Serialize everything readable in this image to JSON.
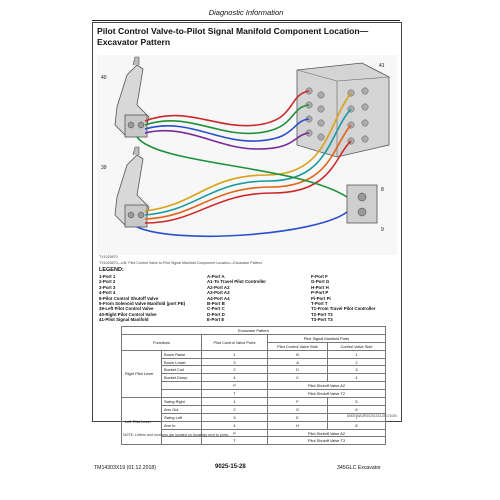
{
  "header": {
    "label": "Diagnostic Information"
  },
  "title": "Pilot Control Valve-to-Pilot Signal Manifold Component Location—Excavator Pattern",
  "figure": {
    "id": "TX1025870",
    "caption": "TX1025870—UN: Pilot Control Valve-to-Pilot Signal Manifold Component Location—Excavator Pattern"
  },
  "legend": {
    "title": "LEGEND:",
    "col1": [
      "1-Port 1",
      "2-Port 2",
      "3-Port 3",
      "4-Port 4",
      "8-Pilot Control Shutoff Valve",
      "9-From Solenoid Valve Manifold (port PE)",
      "39-Left Pilot Control Valve",
      "40-Right Pilot Control Valve",
      "41-Pilot Signal Manifold"
    ],
    "col2": [
      "A-Port A",
      "A1-To Travel Pilot Controller",
      "A2-Port A2",
      "A3-Port A3",
      "A4-Port A4",
      "B-Port B",
      "C-Port C",
      "D-Port D",
      "E-Port E"
    ],
    "col3": [
      "F-Port F",
      "G-Port G",
      "H-Port H",
      "P-Port P",
      "Pi-Port Pi",
      "T-Port T",
      "T1-From Travel Pilot Controller",
      "T2-Port T2",
      "T3-Port T3"
    ]
  },
  "table": {
    "caption": "Excavator Pattern",
    "headers": {
      "functions": "Functions",
      "pcv_ports": "Pilot Control Valve Ports",
      "psm_ports": "Pilot Signal Manifold Ports",
      "pcv_side": "Pilot Control Valve Side",
      "cv_side": "Control Valve Side"
    },
    "groups": [
      {
        "name": "Right Pilot Lever",
        "rows": [
          {
            "function": "Boom Raise",
            "pcv": "1",
            "pcv_side": "B",
            "cv_side": "1"
          },
          {
            "function": "Boom Lower",
            "pcv": "3",
            "pcv_side": "A",
            "cv_side": "2"
          },
          {
            "function": "Bucket Curl",
            "pcv": "2",
            "pcv_side": "D",
            "cv_side": "3"
          },
          {
            "function": "Bucket Dump",
            "pcv": "4",
            "pcv_side": "C",
            "cv_side": "4"
          }
        ],
        "p_row": {
          "pcv": "P",
          "merged": "Pilot Shutoff Valve A2"
        },
        "t_row": {
          "pcv": "T",
          "merged": "Pilot Shutoff Valve T2"
        }
      },
      {
        "name": "Left Pilot Lever",
        "rows": [
          {
            "function": "Swing Right",
            "pcv": "1",
            "pcv_side": "F",
            "cv_side": "5"
          },
          {
            "function": "Arm Out",
            "pcv": "2",
            "pcv_side": "G",
            "cv_side": "6"
          },
          {
            "function": "Swing Left",
            "pcv": "3",
            "pcv_side": "E",
            "cv_side": "7"
          },
          {
            "function": "Arm In",
            "pcv": "4",
            "pcv_side": "H",
            "cv_side": "8"
          }
        ],
        "p_row": {
          "pcv": "P",
          "merged": "Pilot Shutoff Valve A2"
        },
        "t_row": {
          "pcv": "T",
          "merged": "Pilot Shutoff Valve T3"
        }
      }
    ],
    "note": "NOTE: Letters and numbers are located on housings next to ports.",
    "ref_id": "DN00YWL5R20201013-00171000"
  },
  "footer": {
    "left": "TM14303X19 (01.12.2018)",
    "center": "9025-15-28",
    "right": "345GLC Excavator"
  },
  "colors": {
    "hose_red": "#cc2a2a",
    "hose_green": "#1f8f3a",
    "hose_blue": "#2a4fcc",
    "hose_purple": "#7a2a9a",
    "hose_gold": "#d9a21a",
    "hose_teal": "#1a9aa0",
    "hose_orange": "#e0651a"
  }
}
